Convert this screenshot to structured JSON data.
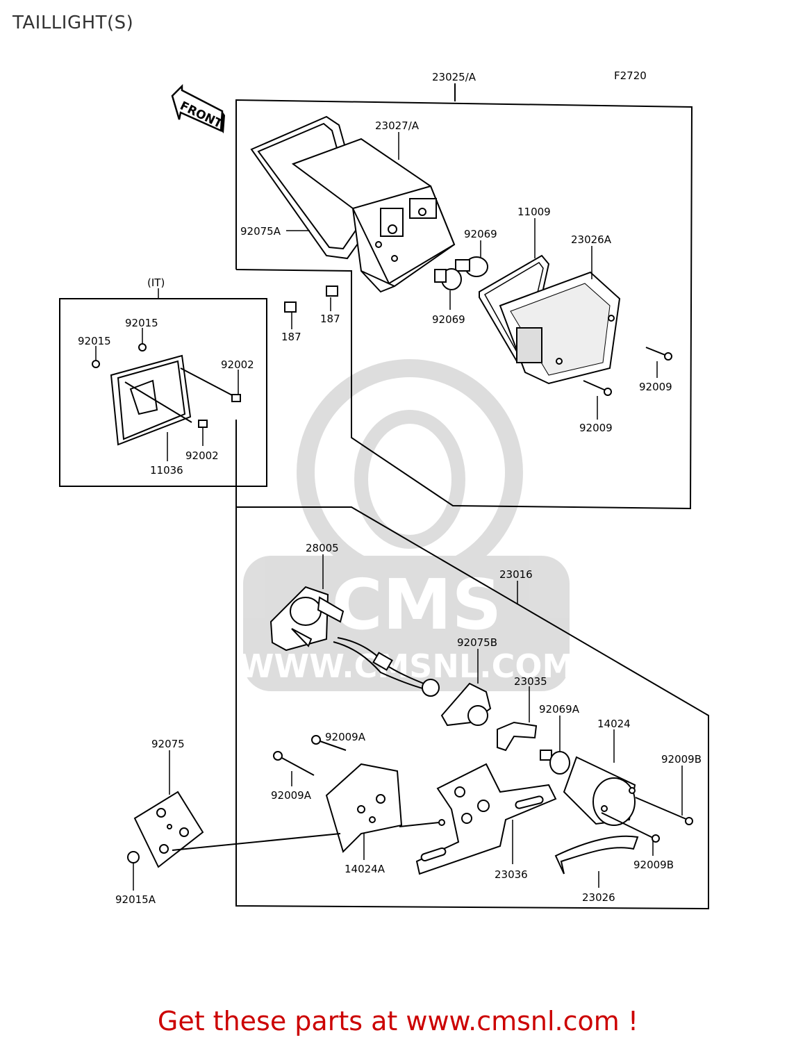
{
  "title": "TAILLIGHT(S)",
  "figure_code": "F2720",
  "front_label": "FRONT",
  "kit_label": "(IT)",
  "watermark": {
    "logo": "CMS",
    "site": "WWW.CMSNL.COM"
  },
  "footer": "Get these parts at www.cmsnl.com !",
  "parts": {
    "p23025A": "23025/A",
    "p23027A": "23027/A",
    "p92075A": "92075A",
    "p11009": "11009",
    "p92069a": "92069",
    "p23026A": "23026A",
    "p187a": "187",
    "p187b": "187",
    "p92069b": "92069",
    "p92009a": "92009",
    "p92009b": "92009",
    "p92015a": "92015",
    "p92015b": "92015",
    "p92002a": "92002",
    "p92002b": "92002",
    "p11036": "11036",
    "p28005": "28005",
    "p23016": "23016",
    "p92075B": "92075B",
    "p23035": "23035",
    "p92069A": "92069A",
    "p14024": "14024",
    "p92075": "92075",
    "p92009A1": "92009A",
    "p92009A2": "92009A",
    "p92009B1": "92009B",
    "p92009B2": "92009B",
    "p14024A": "14024A",
    "p23036": "23036",
    "p23026": "23026",
    "p92015A": "92015A"
  }
}
